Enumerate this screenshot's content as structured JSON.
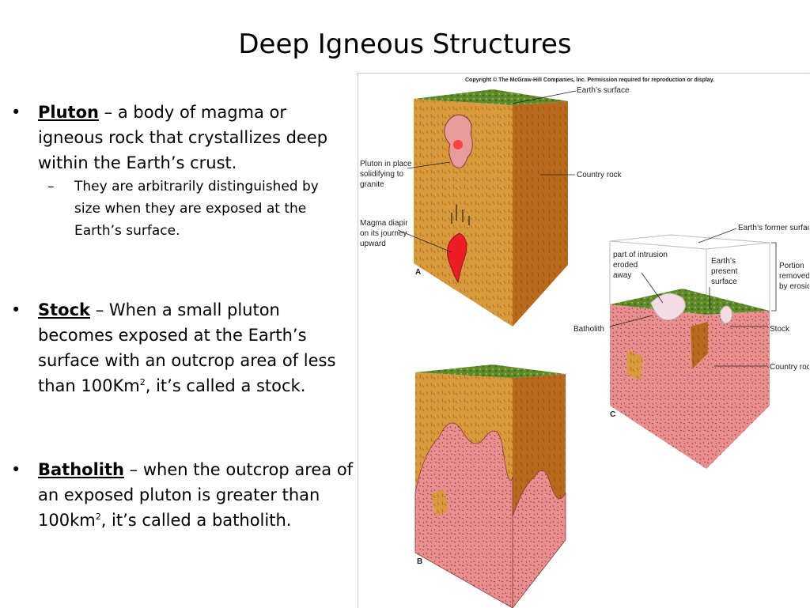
{
  "title": "Deep Igneous Structures",
  "bullets": [
    {
      "marker": "•",
      "term": "Pluton",
      "text": " – a body of magma or igneous rock that crystallizes deep within the Earth’s crust.",
      "sub": {
        "marker": "–",
        "text": "They are arbitrarily distinguished by size when they are exposed at the Earth’s surface."
      }
    },
    {
      "marker": "•",
      "term": "Stock",
      "text_before_sup": " – When a small pluton becomes exposed at the Earth’s surface with an outcrop area of less than 100Km",
      "sup": "2",
      "text_after_sup": ", it’s called a stock."
    },
    {
      "marker": "•",
      "term": "Batholith",
      "text_before_sup": " – when the outcrop area of an exposed pluton is greater than 100km",
      "sup": "2",
      "text_after_sup": ", it’s called a batholith."
    }
  ],
  "figure": {
    "copyright": "Copyright © The McGraw-Hill Companies, Inc. Permission required for reproduction or display.",
    "labels": {
      "earths_surface": "Earth’s surface",
      "country_rock_a": "Country rock",
      "pluton_in_place_1": "Pluton in place",
      "pluton_in_place_2": "solidifying to",
      "pluton_in_place_3": "granite",
      "magma_diapir_1": "Magma diapir",
      "magma_diapir_2": "on its journey",
      "magma_diapir_3": "upward",
      "letter_a": "A",
      "earths_former_surface": "Earth’s former surface",
      "part_intrusion_1": "part of intrusion",
      "part_intrusion_2": "eroded",
      "part_intrusion_3": "away",
      "earths_present_1": "Earth’s",
      "earths_present_2": "present",
      "earths_present_3": "surface",
      "portion_removed_1": "Portion",
      "portion_removed_2": "removed",
      "portion_removed_3": "by erosion",
      "batholith": "Batholith",
      "stock": "Stock",
      "country_rock_c": "Country rock",
      "letter_c": "C",
      "letter_b": "B"
    }
  }
}
